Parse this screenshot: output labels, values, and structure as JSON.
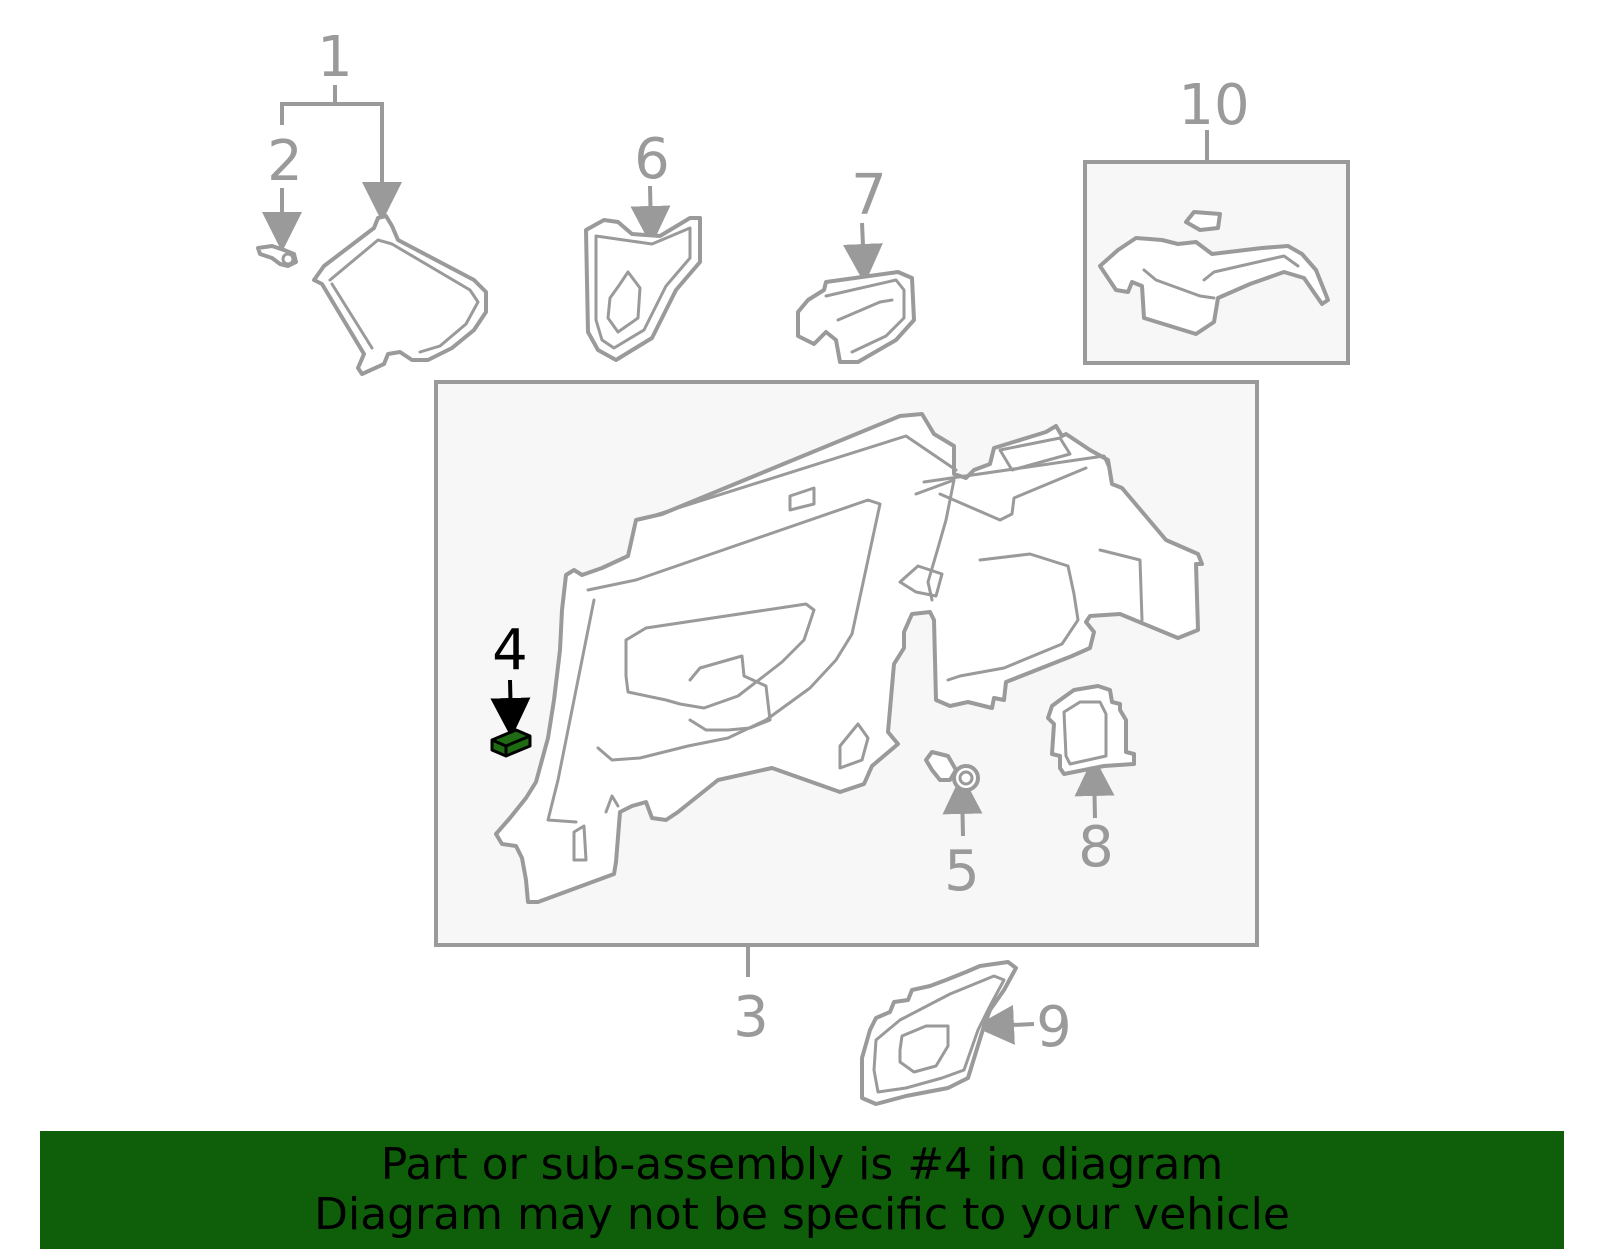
{
  "callouts": {
    "c1": "1",
    "c2": "2",
    "c3": "3",
    "c4": "4",
    "c5": "5",
    "c6": "6",
    "c7": "7",
    "c8": "8",
    "c9": "9",
    "c10": "10"
  },
  "highlighted_part": "4",
  "colors": {
    "line": "#9a9a9a",
    "highlight_fill": "#1e6b14",
    "banner_bg": "#0f5f0a",
    "box_fill": "#f7f7f7"
  },
  "banner": {
    "line1": "Part or sub-assembly is #4 in diagram",
    "line2": "Diagram may not be specific to your vehicle"
  }
}
